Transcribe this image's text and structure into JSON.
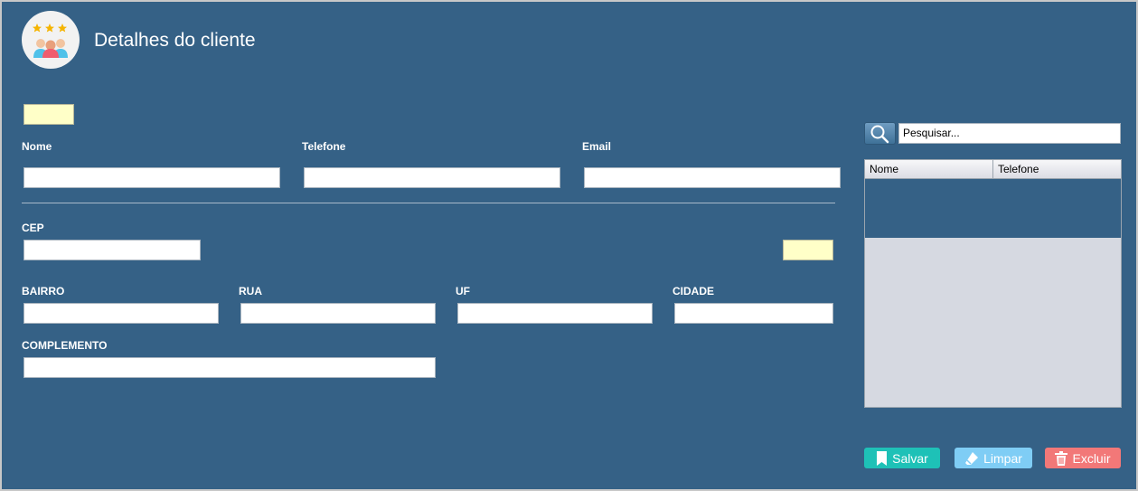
{
  "header": {
    "title": "Detalhes do cliente",
    "logo_icon": "customer-rating-icon"
  },
  "form": {
    "nome_label": "Nome",
    "telefone_label": "Telefone",
    "email_label": "Email",
    "cep_label": "CEP",
    "bairro_label": "BAIRRO",
    "rua_label": "RUA",
    "uf_label": "UF",
    "cidade_label": "CIDADE",
    "complemento_label": "COMPLEMENTO",
    "nome_value": "",
    "telefone_value": "",
    "email_value": "",
    "cep_value": "",
    "bairro_value": "",
    "rua_value": "",
    "uf_value": "",
    "cidade_value": "",
    "complemento_value": ""
  },
  "search": {
    "placeholder": "Pesquisar...",
    "icon": "search-icon"
  },
  "table": {
    "columns": [
      "Nome",
      "Telefone"
    ],
    "rows": []
  },
  "actions": {
    "salvar": "Salvar",
    "limpar": "Limpar",
    "excluir": "Excluir"
  },
  "colors": {
    "background": "#356186",
    "salvar": "#1ec1b7",
    "limpar": "#7fcdf5",
    "excluir": "#f27878",
    "highlight_field": "#ffffc8"
  }
}
